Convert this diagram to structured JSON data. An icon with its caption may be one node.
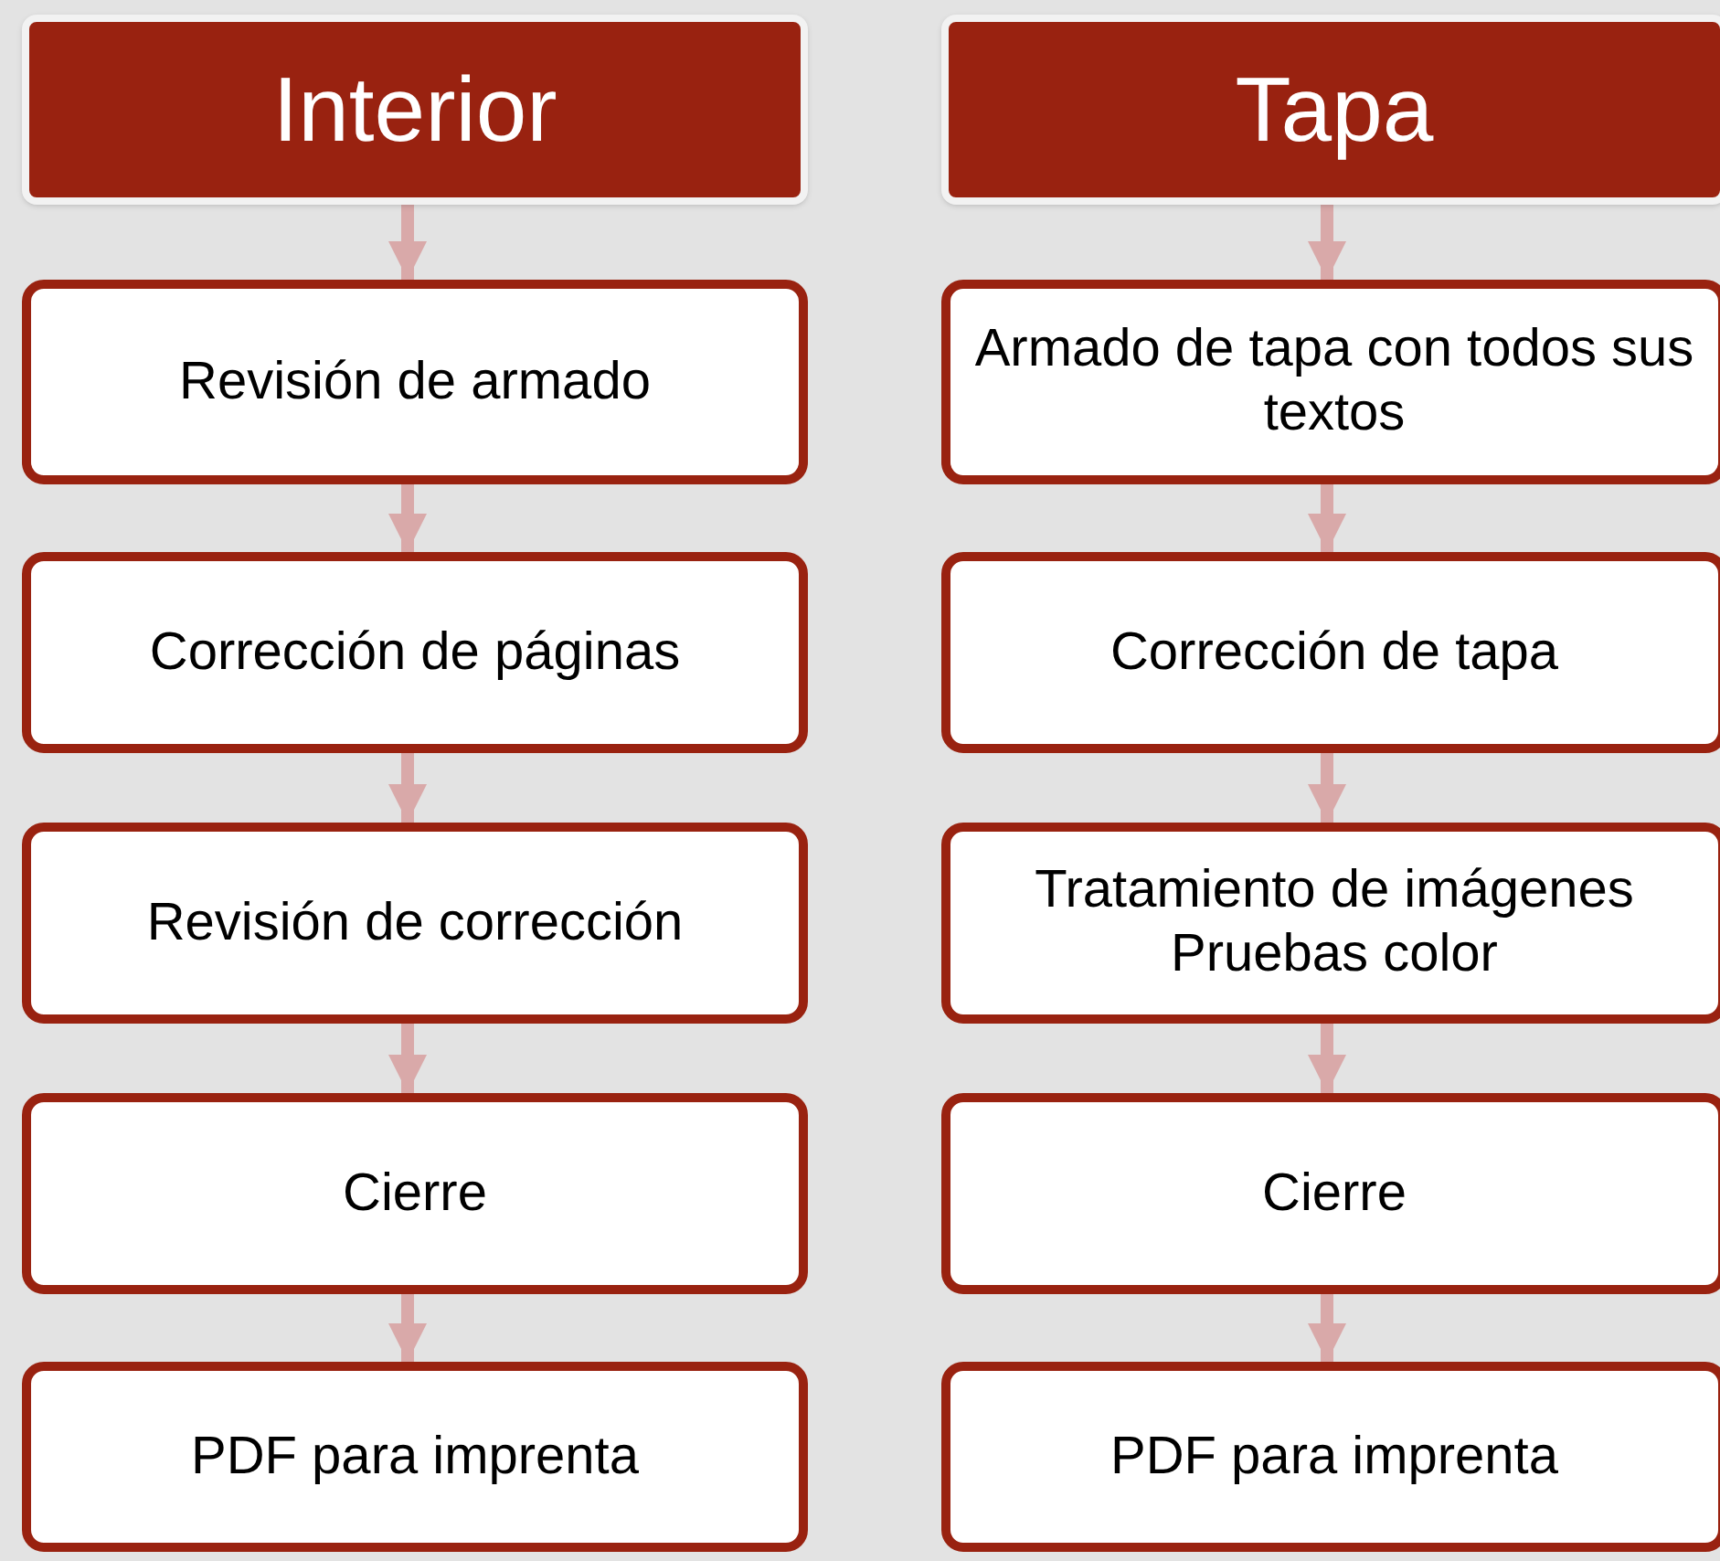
{
  "diagram": {
    "nodes": [
      {
        "text": [
          "Interior"
        ]
      },
      {
        "text": [
          "Revisión de armado"
        ]
      },
      {
        "text": [
          "Corrección de páginas"
        ]
      },
      {
        "text": [
          "Revisión de corrección"
        ]
      },
      {
        "text": [
          "Cierre"
        ]
      },
      {
        "text": [
          "PDF para imprenta"
        ]
      },
      {
        "text": [
          "Tapa"
        ]
      },
      {
        "text": [
          "Armado de tapa con todos sus textos"
        ]
      },
      {
        "text": [
          "Corrección de tapa"
        ]
      },
      {
        "text": [
          "Tratamiento de imágenes",
          "Pruebas color"
        ]
      },
      {
        "text": [
          "Cierre"
        ]
      },
      {
        "text": [
          "PDF para imprenta"
        ]
      }
    ],
    "edges": [
      {
        "from": 0,
        "to": 1,
        "arrow": "to"
      },
      {
        "from": 1,
        "to": 2,
        "arrow": "to"
      },
      {
        "from": 2,
        "to": 3,
        "arrow": "to"
      },
      {
        "from": 3,
        "to": 4,
        "arrow": "to"
      },
      {
        "from": 4,
        "to": 5,
        "arrow": "to"
      },
      {
        "from": 6,
        "to": 7,
        "arrow": "to"
      },
      {
        "from": 7,
        "to": 8,
        "arrow": "to"
      },
      {
        "from": 8,
        "to": 9,
        "arrow": "to"
      },
      {
        "from": 9,
        "to": 10,
        "arrow": "to"
      },
      {
        "from": 10,
        "to": 11,
        "arrow": "to"
      }
    ]
  }
}
